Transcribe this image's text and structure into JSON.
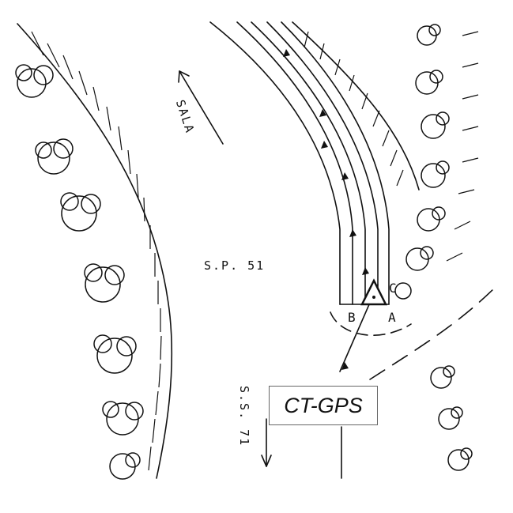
{
  "map": {
    "road_main_label": "S.P. 51",
    "road_secondary_label": "S.S. 71",
    "direction_label": "SALA",
    "station_name": "CT-GPS",
    "points": [
      "A",
      "B",
      "C"
    ]
  },
  "colors": {
    "ink": "#111111",
    "paper": "#ffffff",
    "box_border": "#666666"
  },
  "icons": [
    "tree-icon",
    "triangle-marker-icon",
    "arrow-icon"
  ]
}
